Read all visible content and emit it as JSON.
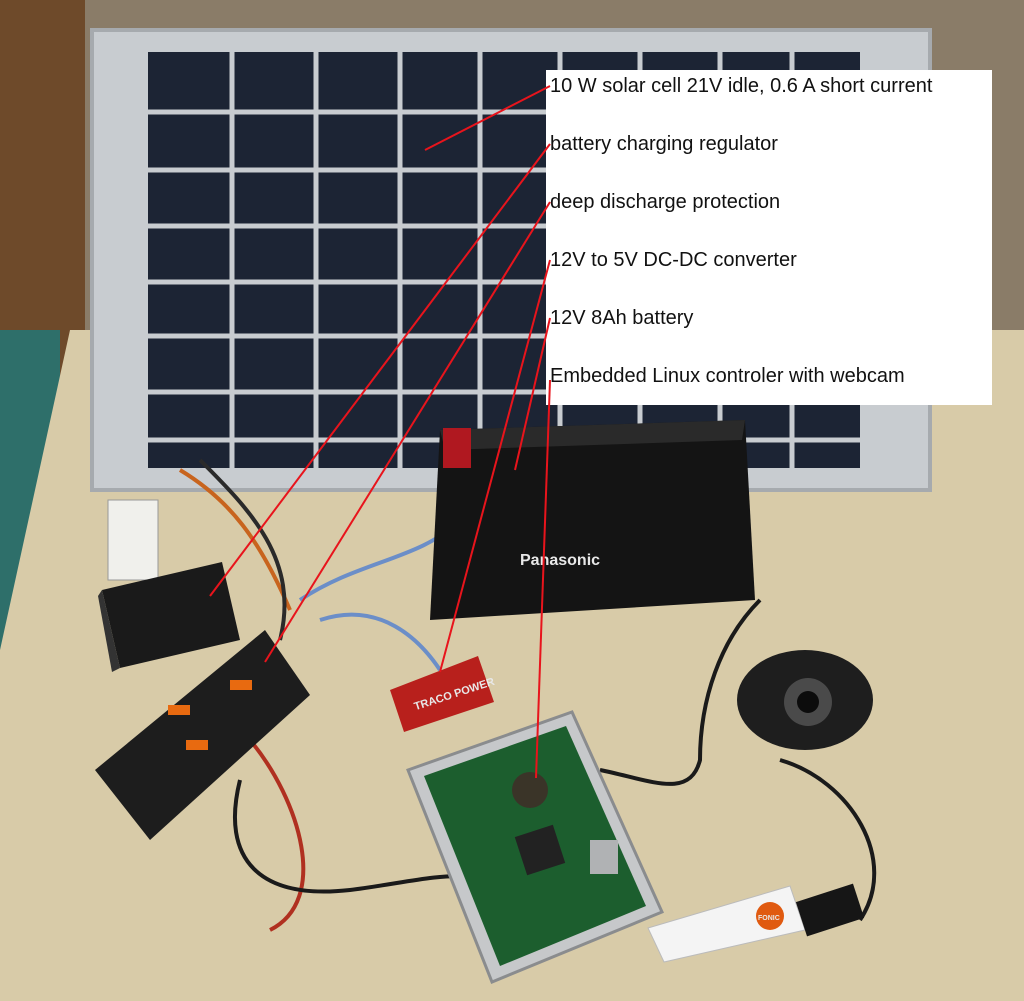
{
  "labels": [
    "10 W solar cell 21V idle, 0.6 A short current",
    "battery charging regulator",
    "deep discharge protection",
    "12V to 5V DC-DC converter",
    "12V 8Ah battery",
    "Embedded Linux controler with webcam"
  ],
  "battery_brand": "Panasonic",
  "converter_brand": "TRACO POWER",
  "modem_brand": "FONIC",
  "colors": {
    "leader_line": "#e8141c",
    "label_background": "#ffffff",
    "solar_frame": "#c8ccd0",
    "solar_cell": "#1c2434"
  }
}
